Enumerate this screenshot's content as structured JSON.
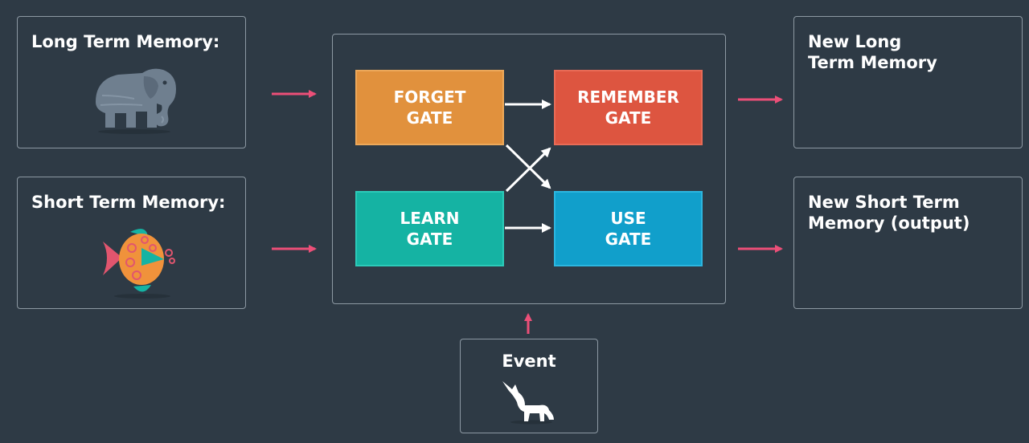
{
  "inputs": {
    "long_term": {
      "title": "Long Term Memory:",
      "icon": "elephant-icon"
    },
    "short_term": {
      "title": "Short Term Memory:",
      "icon": "fish-icon"
    },
    "event": {
      "title": "Event",
      "icon": "wolf-icon"
    }
  },
  "gates": {
    "forget": {
      "line1": "FORGET",
      "line2": "GATE",
      "color": "#e1913d"
    },
    "remember": {
      "line1": "REMEMBER",
      "line2": "GATE",
      "color": "#dd5540"
    },
    "learn": {
      "line1": "LEARN",
      "line2": "GATE",
      "color": "#15b3a3"
    },
    "use": {
      "line1": "USE",
      "line2": "GATE",
      "color": "#119fcb"
    }
  },
  "outputs": {
    "new_long_term": {
      "line1": "New Long",
      "line2": "Term Memory"
    },
    "new_short_term": {
      "line1": "New Short Term",
      "line2": "Memory (output)"
    }
  },
  "colors": {
    "background": "#2e3a45",
    "box_border": "#8d99a3",
    "input_arrow": "#ec4f78",
    "inner_arrow": "#ffffff"
  }
}
